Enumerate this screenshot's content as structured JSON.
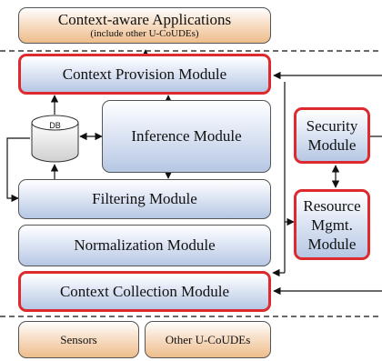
{
  "apps": {
    "title": "Context-aware Applications",
    "subtitle": "(include other U-CoUDEs)"
  },
  "modules": {
    "context_provision": "Context Provision Module",
    "inference": "Inference Module",
    "filtering": "Filtering Module",
    "normalization": "Normalization Module",
    "context_collection": "Context Collection Module",
    "security": [
      "Security",
      "Module"
    ],
    "resource": [
      "Resource",
      "Mgmt.",
      "Module"
    ]
  },
  "db_label": "DB",
  "bottom": {
    "sensors": "Sensors",
    "other": "Other U-CoUDEs"
  },
  "colors": {
    "highlight_border": "#dd2a2f",
    "module_fill": "#b6c7e4",
    "io_fill": "#eebd8c"
  }
}
